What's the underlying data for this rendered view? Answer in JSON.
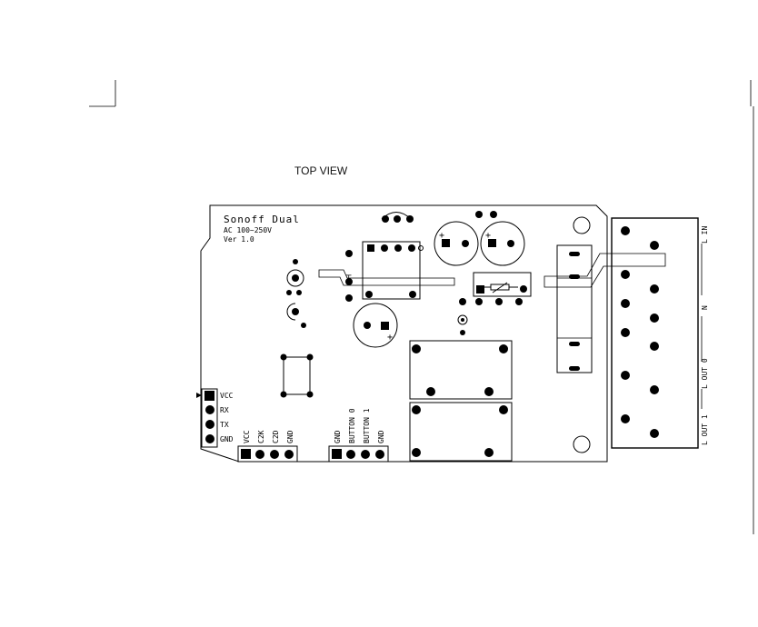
{
  "view_title": "TOP VIEW",
  "board": {
    "name": "Sonoff Dual",
    "rating": "AC 100~250V",
    "version": "Ver 1.0"
  },
  "header_left": {
    "pins": [
      "VCC",
      "RX",
      "TX",
      "GND"
    ]
  },
  "header_bottom_a": {
    "pins": [
      "VCC",
      "C2K",
      "C2D",
      "GND"
    ]
  },
  "header_bottom_b": {
    "pins": [
      "GND",
      "BUTTON 0",
      "BUTTON 1",
      "GND"
    ]
  },
  "terminal": {
    "labels": [
      "L IN",
      "N",
      "L OUT 0",
      "L OUT 1"
    ]
  },
  "colors": {
    "ink": "#000000",
    "background": "#ffffff"
  }
}
